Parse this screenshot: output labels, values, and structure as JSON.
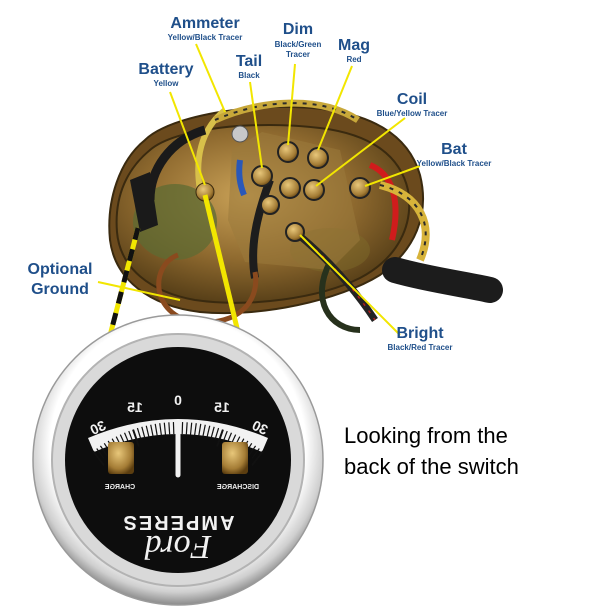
{
  "labels": {
    "ammeter": {
      "title": "Ammeter",
      "sub": "Yellow/Black Tracer"
    },
    "dim": {
      "title": "Dim",
      "sub": "Black/Green Tracer"
    },
    "mag": {
      "title": "Mag",
      "sub": "Red"
    },
    "tail": {
      "title": "Tail",
      "sub": "Black"
    },
    "battery": {
      "title": "Battery",
      "sub": "Yellow"
    },
    "coil": {
      "title": "Coil",
      "sub": "Blue/Yellow Tracer"
    },
    "bat": {
      "title": "Bat",
      "sub": "Yellow/Black Tracer"
    },
    "optional_ground": {
      "line1": "Optional",
      "line2": "Ground"
    },
    "bright": {
      "title": "Bright",
      "sub": "Black/Red Tracer"
    }
  },
  "caption": {
    "line1": "Looking from the",
    "line2": "back of the switch"
  },
  "gauge": {
    "brand": "AMPERES",
    "script": "Ford",
    "left_label": "CHARGE",
    "right_label": "DISCHARGE",
    "ticks": [
      "30",
      "15",
      "0",
      "15",
      "30"
    ],
    "needle_value": 0
  },
  "colors": {
    "label_blue": "#1f4f8a",
    "leader_yellow": "#f2e600",
    "leader_black": "#111111"
  }
}
